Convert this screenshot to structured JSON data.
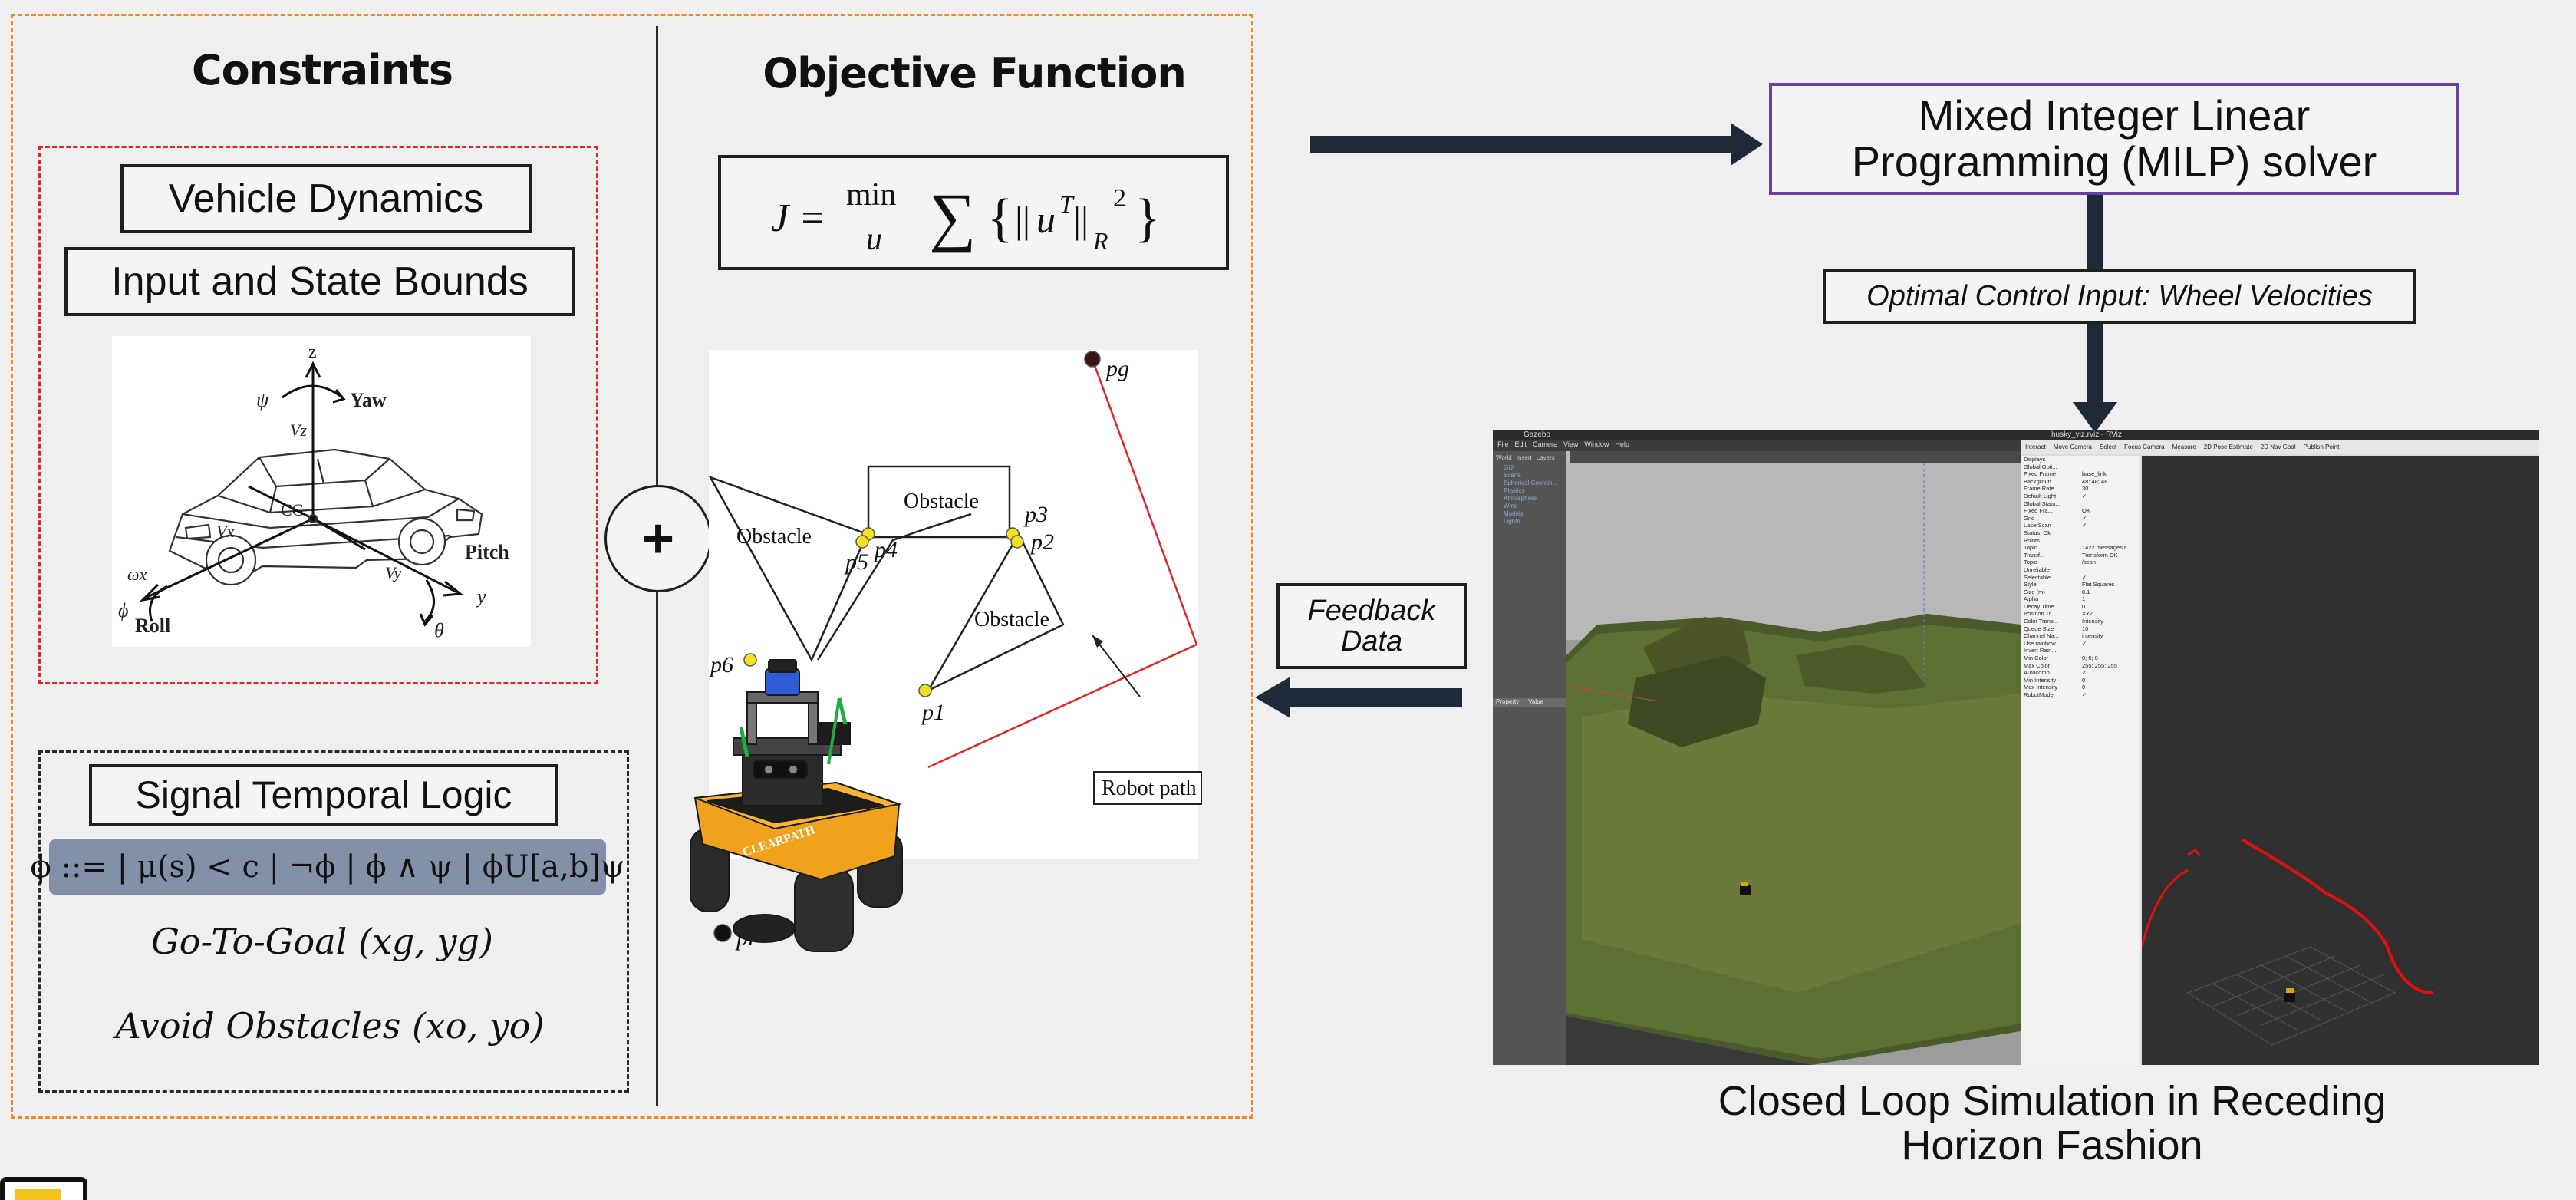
{
  "constraints": {
    "heading": "Constraints",
    "vehicle_dynamics": "Vehicle Dynamics",
    "bounds": "Input and State Bounds",
    "car_axes": {
      "z": "z",
      "yaw": "Yaw",
      "psi": "ψ",
      "vz": "Vz",
      "cg": "CG",
      "vx": "Vx",
      "vy": "Vy",
      "wx": "ωx",
      "phi": "ϕ",
      "roll": "Roll",
      "pitch": "Pitch",
      "y": "y",
      "theta": "θ"
    }
  },
  "stl": {
    "title": "Signal Temporal Logic",
    "grammar": "ϕ ::= | μ(s) < c | ¬ϕ | ϕ ∧ ψ | ϕU[a,b]ψ",
    "goal": "Go-To-Goal (xg, yg)",
    "avoid": "Avoid Obstacles (xo, yo)"
  },
  "plus_symbol": "+",
  "objective": {
    "heading": "Objective Function",
    "formula": "J = min u ∑{||uT||R 2}"
  },
  "path_diagram": {
    "obstacles": [
      "Obstacle",
      "Obstacle",
      "Obstacle"
    ],
    "points": [
      "pg",
      "p3",
      "p2",
      "p4",
      "p5",
      "p6",
      "p1",
      "pi"
    ],
    "robot_path_label": "Robot path",
    "robot_brand": "CLEARPATH"
  },
  "solver": {
    "label": "Mixed Integer Linear Programming (MILP) solver"
  },
  "control_input": {
    "label": "Optimal Control Input: Wheel Velocities"
  },
  "feedback": {
    "label": "Feedback Data"
  },
  "simulation": {
    "caption": "Closed Loop Simulation in Receding Horizon Fashion",
    "gazebo_title": "Gazebo",
    "gazebo_menu": [
      "File",
      "Edit",
      "Camera",
      "View",
      "Window",
      "Help"
    ],
    "gazebo_tabs": [
      "World",
      "Insert",
      "Layers"
    ],
    "gazebo_tree": [
      "GUI",
      "Scene",
      "Spherical Coordin...",
      "Physics",
      "Atmosphere",
      "Wind",
      "Models",
      "Lights"
    ],
    "gazebo_props": [
      "Property",
      "Value"
    ],
    "rviz_title": "husky_viz.rviz - RViz",
    "rviz_toolbar": [
      "Interact",
      "Move Camera",
      "Select",
      "Focus Camera",
      "Measure",
      "2D Pose Estimate",
      "2D Nav Goal",
      "Publish Point"
    ],
    "rviz_displays": [
      [
        "Displays",
        ""
      ],
      [
        "Global Opti...",
        ""
      ],
      [
        "Fixed Frame",
        "base_link"
      ],
      [
        "Backgroun...",
        "48; 48; 48"
      ],
      [
        "Frame Rate",
        "30"
      ],
      [
        "Default Light",
        "✓"
      ],
      [
        "Global Statu...",
        ""
      ],
      [
        "Fixed Fra...",
        "OK"
      ],
      [
        "Grid",
        "✓"
      ],
      [
        "LaserScan",
        "✓"
      ],
      [
        "Status: Ok",
        ""
      ],
      [
        "Points",
        ""
      ],
      [
        "Topic",
        "1422 messages r..."
      ],
      [
        "Transf...",
        "Transform OK"
      ],
      [
        "Topic",
        "/scan"
      ],
      [
        "Unreliable",
        ""
      ],
      [
        "Selectable",
        "✓"
      ],
      [
        "Style",
        "Flat Squares"
      ],
      [
        "Size (m)",
        "0.1"
      ],
      [
        "Alpha",
        "1"
      ],
      [
        "Decay Time",
        "0"
      ],
      [
        "Position Tr...",
        "XYZ"
      ],
      [
        "Color Trans...",
        "Intensity"
      ],
      [
        "Queue Size",
        "10"
      ],
      [
        "Channel Na...",
        "intensity"
      ],
      [
        "Use rainbow",
        "✓"
      ],
      [
        "Invert Rain...",
        ""
      ],
      [
        "Min Color",
        "0; 0; 0"
      ],
      [
        "Max Color",
        "255; 255; 255"
      ],
      [
        "Autocomp...",
        "✓"
      ],
      [
        "Min Intensity",
        "0"
      ],
      [
        "Max Intensity",
        "0"
      ],
      [
        "RobotModel",
        "✓"
      ]
    ]
  }
}
